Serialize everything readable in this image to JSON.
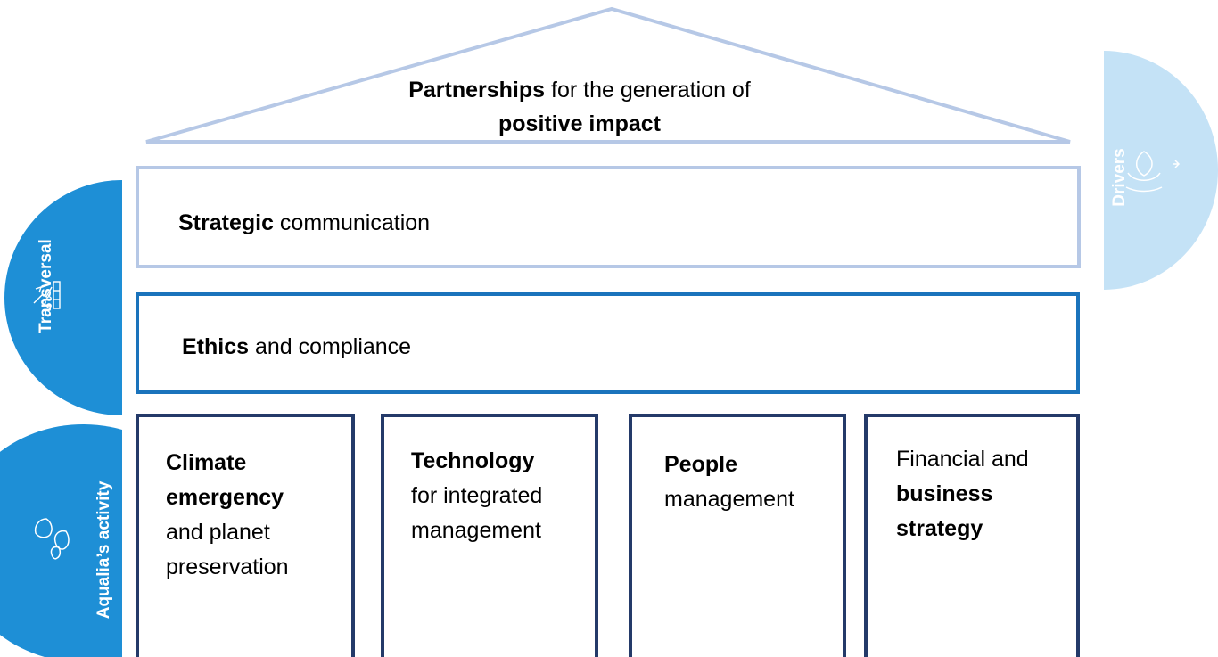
{
  "roof": {
    "line1_bold": "Partnerships",
    "line1_rest": " for the generation of",
    "line2_bold": "positive impact"
  },
  "bars": {
    "strategic": {
      "bold": "Strategic",
      "rest": " communication"
    },
    "ethics": {
      "bold": "Ethics",
      "rest": " and compliance"
    }
  },
  "pillars": {
    "climate": {
      "line1": "Climate",
      "line2": "emergency",
      "line3": "and planet",
      "line4": "preservation"
    },
    "technology": {
      "line1": "Technology",
      "line2": "for integrated",
      "line3": "management"
    },
    "people": {
      "line1": "People",
      "line2": "management"
    },
    "financial": {
      "line1": "Financial and",
      "line2": "business",
      "line3": "strategy"
    }
  },
  "tabs": {
    "transversal": {
      "label": "Transversal",
      "icon": "chart-growth-icon",
      "color": "#1e8fd6"
    },
    "activity": {
      "label": "Aqualia’s activity",
      "icon": "water-drops-icon",
      "color": "#1e8fd6"
    },
    "drivers": {
      "label": "Drivers",
      "icon": "drop-hands-icon",
      "color": "#c4e2f6"
    }
  },
  "colors": {
    "roof_outline": "#b6c8e6",
    "strategic_border": "#b6c8e6",
    "ethics_border": "#1a73bc",
    "pillar_border": "#243a69"
  }
}
